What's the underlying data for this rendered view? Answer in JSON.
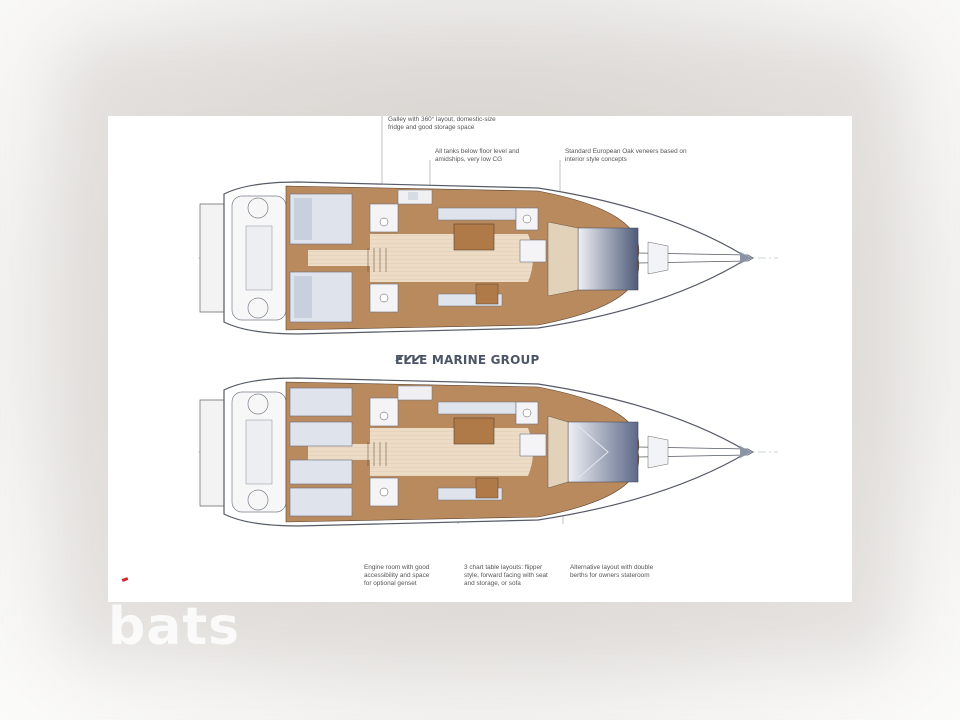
{
  "brand": {
    "logo_text": "ELLE MARINE GROUP",
    "logo_color": "#4c5566"
  },
  "callouts_top": [
    {
      "lines": [
        "Galley with 360° layout, domestic-size",
        "fridge and good storage space"
      ]
    },
    {
      "lines": [
        "All tanks below floor level and",
        "amidships, very low CG"
      ]
    },
    {
      "lines": [
        "Standard European Oak veneers based on",
        "interior style concepts"
      ]
    }
  ],
  "callouts_bottom": [
    {
      "lines": [
        "Engine room with good",
        "accessibility and space",
        "for optional genset"
      ]
    },
    {
      "lines": [
        "3 chart table layouts: flipper",
        "style, forward facing with seat",
        "and storage, or sofa"
      ]
    },
    {
      "lines": [
        "Alternative layout with double",
        "berths for owners stateroom"
      ]
    }
  ],
  "watermark_text": "bats",
  "colors": {
    "wood": "#b98a5e",
    "floor": "#e8d9c4",
    "berth": "#dfe3ec",
    "hull_line": "#555a66",
    "forepeak": "#5a6680"
  }
}
